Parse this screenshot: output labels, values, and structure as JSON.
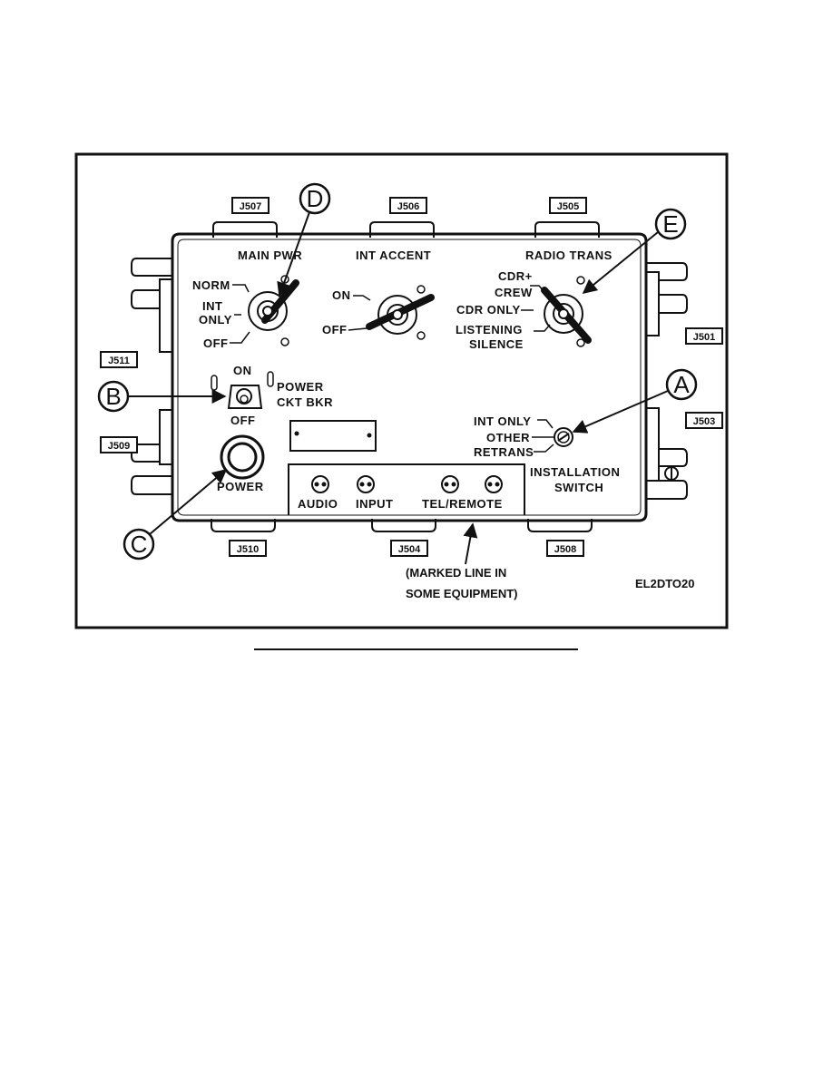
{
  "figure_id": "EL2DTO20",
  "connectors": {
    "j507": "J507",
    "j506": "J506",
    "j505": "J505",
    "j501": "J501",
    "j511": "J511",
    "j509": "J509",
    "j503": "J503",
    "j510": "J510",
    "j504": "J504",
    "j508": "J508"
  },
  "switches": {
    "main_pwr": {
      "title": "MAIN PWR",
      "norm": "NORM",
      "int_only_1": "INT",
      "int_only_2": "ONLY",
      "off": "OFF"
    },
    "int_accent": {
      "title": "INT ACCENT",
      "on": "ON",
      "off": "OFF"
    },
    "radio_trans": {
      "title": "RADIO TRANS",
      "cdr_crew_1": "CDR+",
      "cdr_crew_2": "CREW",
      "cdr_only": "CDR ONLY",
      "listening_1": "LISTENING",
      "listening_2": "SILENCE"
    },
    "power_ckt_bkr": {
      "on": "ON",
      "off": "OFF",
      "title_1": "POWER",
      "title_2": "CKT BKR"
    },
    "power_lamp": {
      "label": "POWER"
    },
    "installation": {
      "int_only": "INT ONLY",
      "other": "OTHER",
      "retrans": "RETRANS",
      "title_1": "INSTALLATION",
      "title_2": "SWITCH"
    }
  },
  "jacks": {
    "audio": "AUDIO",
    "input": "INPUT",
    "tel_remote": "TEL/REMOTE"
  },
  "note": {
    "line_1": "(MARKED LINE IN",
    "line_2": "SOME EQUIPMENT)"
  },
  "callouts": {
    "a": "A",
    "b": "B",
    "c": "C",
    "d": "D",
    "e": "E"
  }
}
